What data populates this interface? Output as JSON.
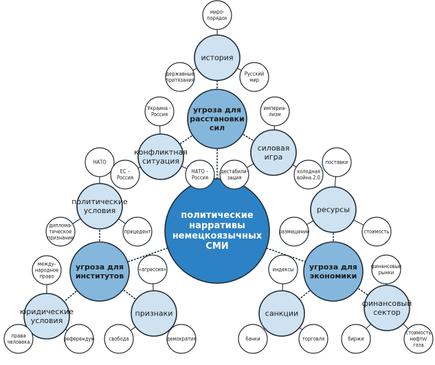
{
  "colors": {
    "center": "#2c82c4",
    "primary": "#85b7dd",
    "secondary": "#cfe2f1",
    "leaf": "#ffffff",
    "stroke": "#1f2a33"
  },
  "nodes": [
    {
      "id": "center",
      "label": "политические\nнарративы\nнемецкоязычных\nСМИ",
      "level": "center"
    },
    {
      "id": "power",
      "label": "угроза для\nрасстановки\nсил",
      "level": "primary"
    },
    {
      "id": "inst",
      "label": "угроза для\nинститутов",
      "level": "primary"
    },
    {
      "id": "econ",
      "label": "угроза для\nэкономики",
      "level": "primary"
    },
    {
      "id": "history",
      "label": "история",
      "level": "secondary"
    },
    {
      "id": "conflict",
      "label": "конфликтная\nситуация",
      "level": "secondary"
    },
    {
      "id": "force",
      "label": "силовая\nигра",
      "level": "secondary"
    },
    {
      "id": "polcond",
      "label": "политические\nусловия",
      "level": "secondary"
    },
    {
      "id": "legal",
      "label": "юридические\nусловия",
      "level": "secondary"
    },
    {
      "id": "signs",
      "label": "признаки",
      "level": "secondary"
    },
    {
      "id": "resources",
      "label": "ресурсы",
      "level": "secondary"
    },
    {
      "id": "sanctions",
      "label": "санкции",
      "level": "secondary"
    },
    {
      "id": "finsector",
      "label": "финансовый\nсектор",
      "level": "secondary"
    },
    {
      "id": "worldorder",
      "label": "миро-\nпорядок",
      "level": "leaf"
    },
    {
      "id": "derzh",
      "label": "державные\nпритязания",
      "level": "leaf"
    },
    {
      "id": "russmir",
      "label": "Русский\nмир",
      "level": "leaf"
    },
    {
      "id": "ukr",
      "label": "Украина –\nРоссия",
      "level": "leaf"
    },
    {
      "id": "imperial",
      "label": "империа-\nлизм",
      "level": "leaf"
    },
    {
      "id": "nato",
      "label": "НАТО",
      "level": "leaf"
    },
    {
      "id": "eurus",
      "label": "ЕС –\nРоссия",
      "level": "leaf"
    },
    {
      "id": "natorus",
      "label": "НАТО –\nРоссия",
      "level": "leaf"
    },
    {
      "id": "destab",
      "label": "дестабили-\nзация",
      "level": "leaf"
    },
    {
      "id": "coldwar",
      "label": "холодная\nвойна 2.0",
      "level": "leaf"
    },
    {
      "id": "supply",
      "label": "поставки",
      "level": "leaf"
    },
    {
      "id": "diplom",
      "label": "диплома-\nтическое\nпризнание",
      "level": "leaf"
    },
    {
      "id": "preced",
      "label": "прецедент",
      "level": "leaf"
    },
    {
      "id": "intlaw",
      "label": "между-\nнародное\nправо",
      "level": "leaf"
    },
    {
      "id": "aggress",
      "label": "«агрессия»",
      "level": "leaf"
    },
    {
      "id": "placement",
      "label": "размещение",
      "level": "leaf"
    },
    {
      "id": "cost1",
      "label": "стоимость",
      "level": "leaf"
    },
    {
      "id": "indexes",
      "label": "индексы",
      "level": "leaf"
    },
    {
      "id": "finmarkets",
      "label": "финансовые\nрынки",
      "level": "leaf"
    },
    {
      "id": "humanrights",
      "label": "права\nчеловека",
      "level": "leaf"
    },
    {
      "id": "referendum",
      "label": "референдум",
      "level": "leaf"
    },
    {
      "id": "freedom",
      "label": "свобода",
      "level": "leaf"
    },
    {
      "id": "democracy",
      "label": "демократия",
      "level": "leaf"
    },
    {
      "id": "banks",
      "label": "банки",
      "level": "leaf"
    },
    {
      "id": "trade",
      "label": "торговля",
      "level": "leaf"
    },
    {
      "id": "exchanges",
      "label": "биржи",
      "level": "leaf"
    },
    {
      "id": "oilgas",
      "label": "стоимость\nнефти/газа",
      "level": "leaf"
    }
  ],
  "links": [
    [
      "center",
      "power",
      "dotted"
    ],
    [
      "center",
      "inst",
      "dotted"
    ],
    [
      "center",
      "econ",
      "dotted"
    ],
    [
      "power",
      "history",
      "dotted"
    ],
    [
      "power",
      "conflict",
      "dotted"
    ],
    [
      "power",
      "force",
      "dotted"
    ],
    [
      "inst",
      "polcond",
      "dotted"
    ],
    [
      "inst",
      "legal",
      "dotted"
    ],
    [
      "inst",
      "signs",
      "dotted"
    ],
    [
      "econ",
      "resources",
      "dotted"
    ],
    [
      "econ",
      "sanctions",
      "dotted"
    ],
    [
      "econ",
      "finsector",
      "dotted"
    ],
    [
      "history",
      "worldorder",
      "solid"
    ],
    [
      "history",
      "derzh",
      "solid"
    ],
    [
      "history",
      "russmir",
      "solid"
    ],
    [
      "conflict",
      "ukr",
      "solid"
    ],
    [
      "conflict",
      "eurus",
      "solid"
    ],
    [
      "conflict",
      "natorus",
      "solid"
    ],
    [
      "force",
      "imperial",
      "solid"
    ],
    [
      "force",
      "destab",
      "solid"
    ],
    [
      "force",
      "coldwar",
      "solid"
    ],
    [
      "polcond",
      "nato",
      "solid"
    ],
    [
      "polcond",
      "diplom",
      "solid"
    ],
    [
      "polcond",
      "preced",
      "solid"
    ],
    [
      "legal",
      "intlaw",
      "solid"
    ],
    [
      "legal",
      "humanrights",
      "solid"
    ],
    [
      "legal",
      "referendum",
      "solid"
    ],
    [
      "signs",
      "aggress",
      "solid"
    ],
    [
      "signs",
      "freedom",
      "solid"
    ],
    [
      "signs",
      "democracy",
      "solid"
    ],
    [
      "resources",
      "supply",
      "solid"
    ],
    [
      "resources",
      "placement",
      "solid"
    ],
    [
      "resources",
      "cost1",
      "solid"
    ],
    [
      "sanctions",
      "indexes",
      "solid"
    ],
    [
      "sanctions",
      "banks",
      "solid"
    ],
    [
      "sanctions",
      "trade",
      "solid"
    ],
    [
      "finsector",
      "finmarkets",
      "solid"
    ],
    [
      "finsector",
      "exchanges",
      "solid"
    ],
    [
      "finsector",
      "oilgas",
      "solid"
    ]
  ]
}
